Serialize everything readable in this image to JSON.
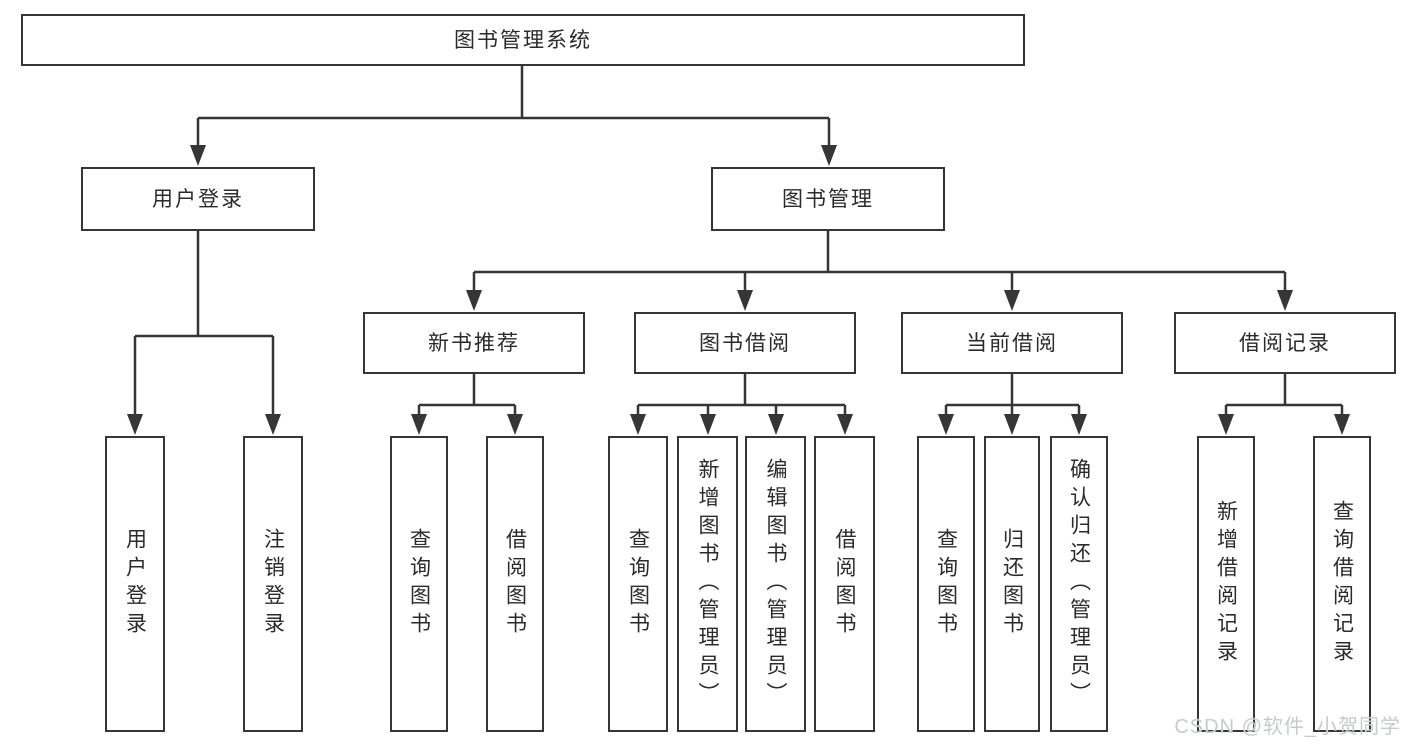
{
  "watermark": "CSDN @软件_小贺同学",
  "colors": {
    "line": "#363636",
    "box_border": "#363636",
    "text": "#2b2b2b",
    "background": "#ffffff",
    "watermark": "#c7cbcc"
  },
  "tree": {
    "label": "图书管理系统",
    "children": [
      {
        "label": "用户登录",
        "children": [
          {
            "label": "用户登录"
          },
          {
            "label": "注销登录"
          }
        ]
      },
      {
        "label": "图书管理",
        "children": [
          {
            "label": "新书推荐",
            "children": [
              {
                "label": "查询图书"
              },
              {
                "label": "借阅图书"
              }
            ]
          },
          {
            "label": "图书借阅",
            "children": [
              {
                "label": "查询图书"
              },
              {
                "label": "新增图书（管理员）"
              },
              {
                "label": "编辑图书（管理员）"
              },
              {
                "label": "借阅图书"
              }
            ]
          },
          {
            "label": "当前借阅",
            "children": [
              {
                "label": "查询图书"
              },
              {
                "label": "归还图书"
              },
              {
                "label": "确认归还（管理员）"
              }
            ]
          },
          {
            "label": "借阅记录",
            "children": [
              {
                "label": "新增借阅记录"
              },
              {
                "label": "查询借阅记录"
              }
            ]
          }
        ]
      }
    ]
  }
}
